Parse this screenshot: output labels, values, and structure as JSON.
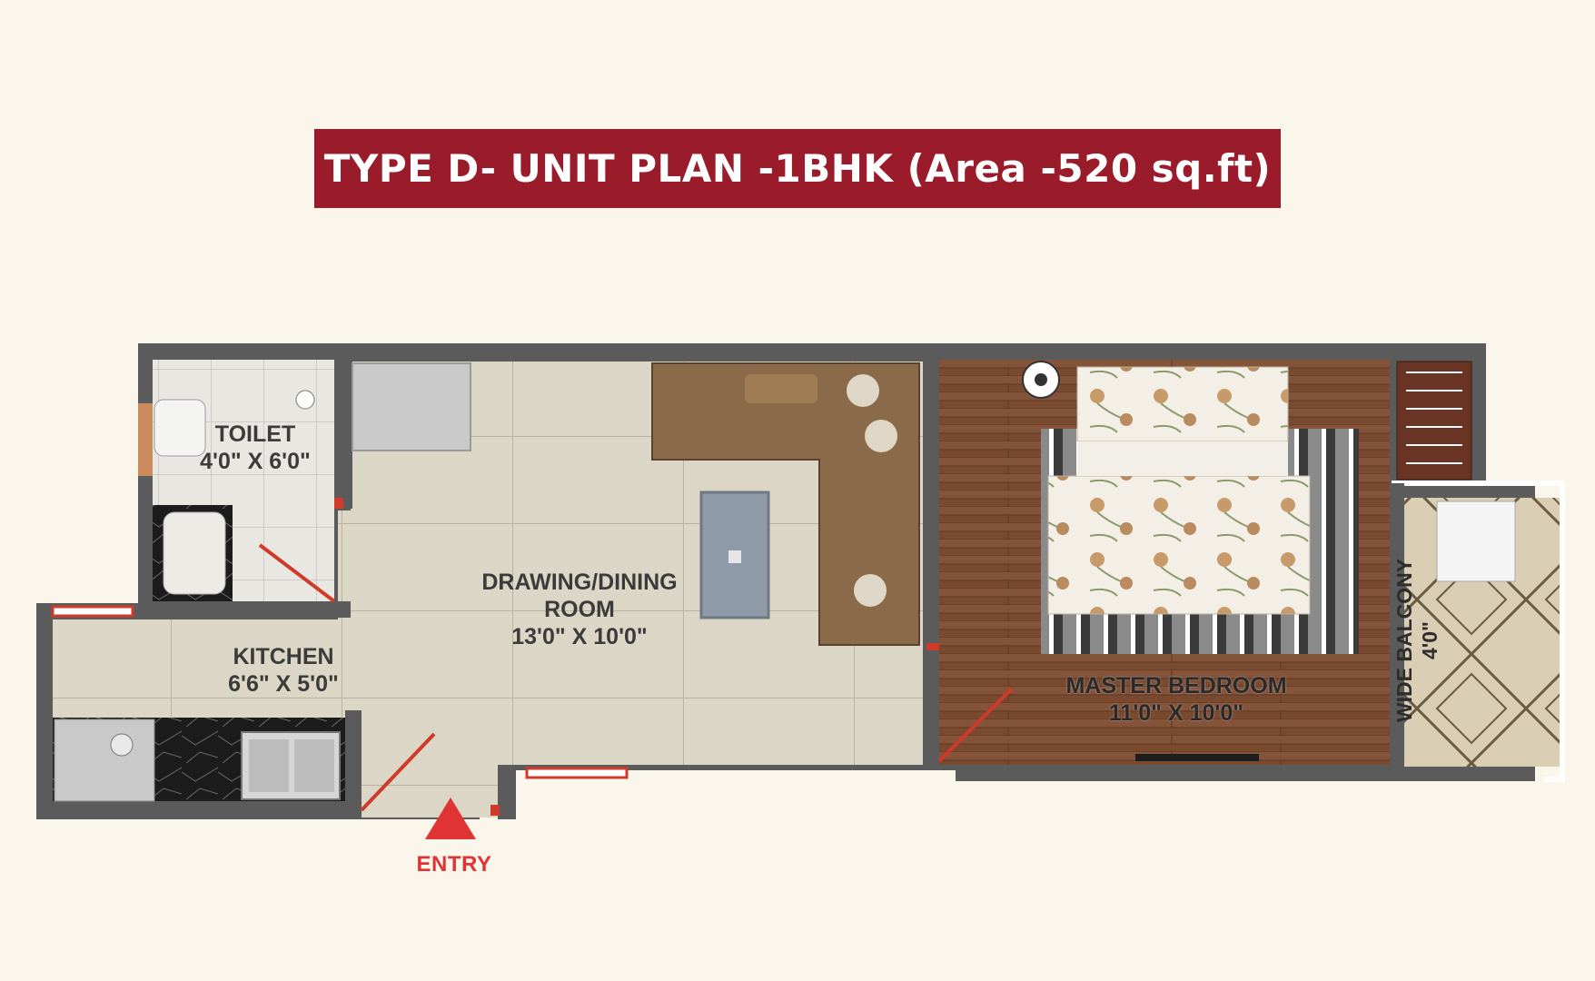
{
  "title": "TYPE D- UNIT PLAN -1BHK (Area -520 sq.ft)",
  "rooms": {
    "toilet": {
      "name": "TOILET",
      "size": "4'0\" X 6'0\""
    },
    "kitchen": {
      "name": "KITCHEN",
      "size": "6'6\" X 5'0\""
    },
    "drawing": {
      "name": "DRAWING/DINING",
      "name2": "ROOM",
      "size": "13'0\" X 10'0\""
    },
    "bedroom": {
      "name": "MASTER BEDROOM",
      "size": "11'0\" X 10'0\""
    },
    "balcony": {
      "name": "WIDE BALCONY",
      "size": "4'0\""
    }
  },
  "entry": {
    "label": "ENTRY"
  },
  "colors": {
    "banner": "#9a1b2a",
    "background": "#fbf6ec",
    "wall": "#5b5b5b",
    "floor_tile": "#dcd6c7",
    "wood_floor": "#7a4a30",
    "door_red": "#d03a2a",
    "entry_red": "#e03434",
    "sofa": "#8a6a48"
  }
}
